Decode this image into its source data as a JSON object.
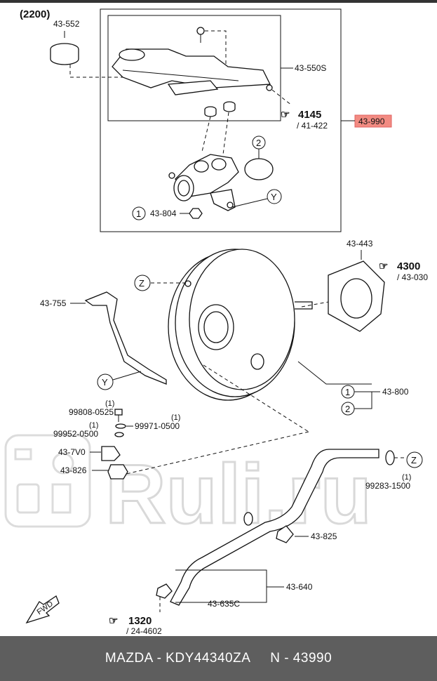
{
  "watermark": {
    "text": "Ruli.ru"
  },
  "labels": {
    "group": "(2200)",
    "cap": "43-552",
    "reservoir": "43-550S",
    "ref_4145": "4145",
    "ref_41_422": "/ 41-422",
    "highlight": "43-990",
    "nut": "43-804",
    "gasket": "43-443",
    "ref_4300": "4300",
    "ref_43_030": "/ 43-030",
    "bracket": "43-755",
    "booster": "43-800",
    "qty_one": "(1)",
    "bolt": "99808-0525",
    "washer_a": "99971-0500",
    "washer_b": "99952-0500",
    "sensor": "43-7V0",
    "check_valve": "43-826",
    "clamp": "43-825",
    "clip": "99283-1500",
    "hose": "43-640",
    "hose_clip": "43-635C",
    "ref_1320": "1320",
    "ref_24_4602": "/ 24-4602",
    "fwd": "FWD"
  },
  "callouts": {
    "one": "1",
    "two": "2",
    "y": "Y",
    "z": "Z"
  },
  "footer": {
    "text": "MAZDA - KDY44340ZA     N - 43990"
  }
}
